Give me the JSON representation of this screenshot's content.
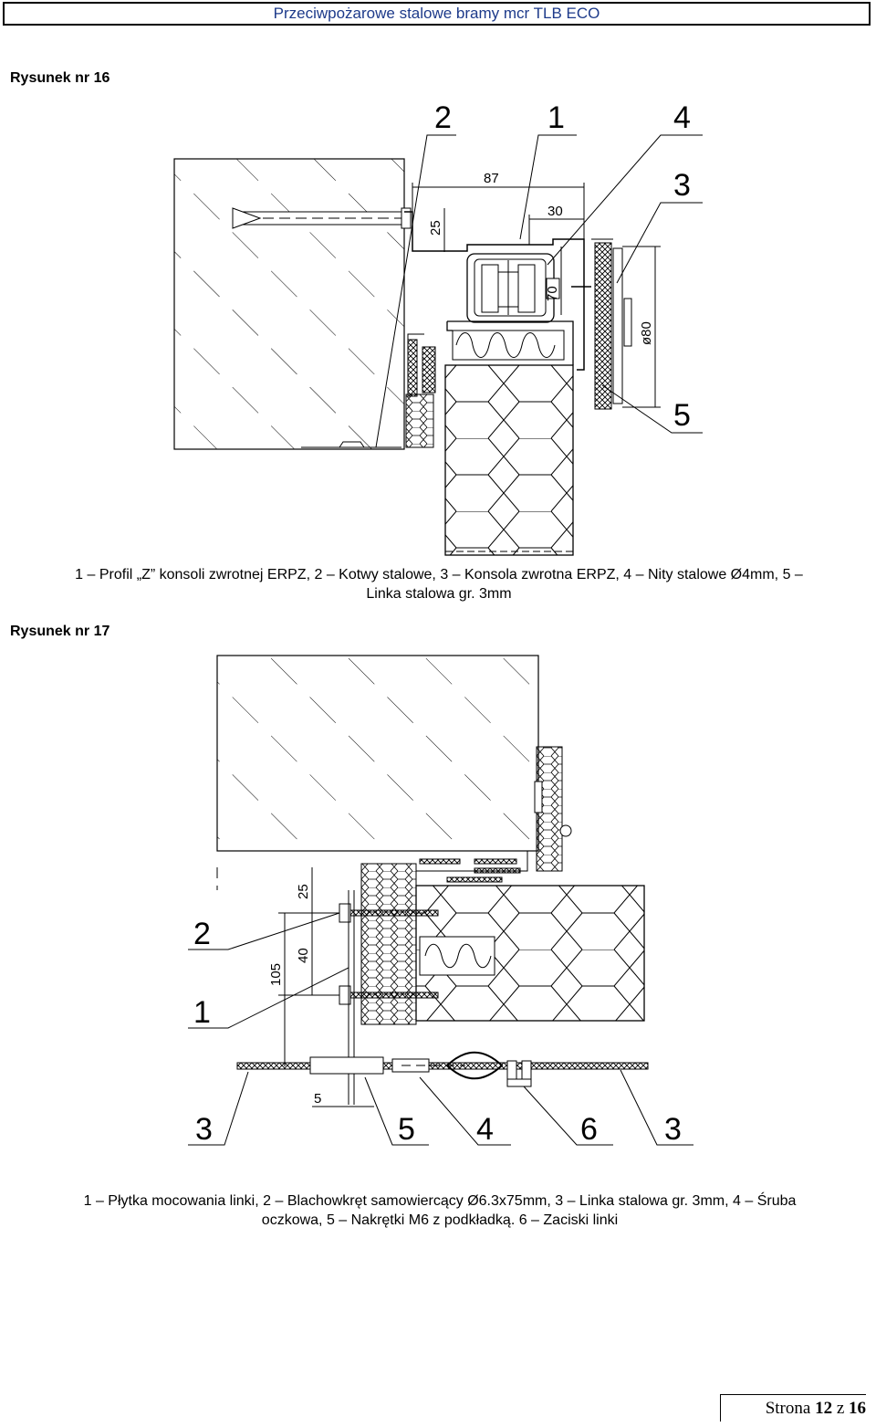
{
  "header": {
    "title": "Przeciwpożarowe stalowe bramy  mcr TLB ECO"
  },
  "figure16": {
    "title": "Rysunek nr 16",
    "callouts": [
      "2",
      "1",
      "4",
      "3",
      "5"
    ],
    "dimensions": {
      "d87": "87",
      "d30": "30",
      "d25": "25",
      "d70": "70",
      "d80": "ø80"
    },
    "caption_line1": "1 – Profil „Z” konsoli zwrotnej ERPZ, 2 – Kotwy stalowe, 3 – Konsola zwrotna ERPZ, 4 – Nity stalowe Ø4mm, 5 –",
    "caption_line2": "Linka stalowa gr. 3mm"
  },
  "figure17": {
    "title": "Rysunek nr 17",
    "callouts_left": [
      "2",
      "1"
    ],
    "callouts_bottom": [
      "3",
      "5",
      "4",
      "6",
      "3"
    ],
    "dimensions": {
      "d25": "25",
      "d40": "40",
      "d105": "105",
      "d5": "5"
    },
    "caption_line1": "1 – Płytka mocowania linki, 2 – Blachowkręt samowiercący Ø6.3x75mm, 3 – Linka stalowa gr. 3mm, 4 – Śruba",
    "caption_line2": "oczkowa, 5 – Nakrętki M6 z podkładką. 6 – Zaciski linki"
  },
  "footer": {
    "prefix": "Strona ",
    "page": "12",
    "middle": " z ",
    "total": "16"
  }
}
